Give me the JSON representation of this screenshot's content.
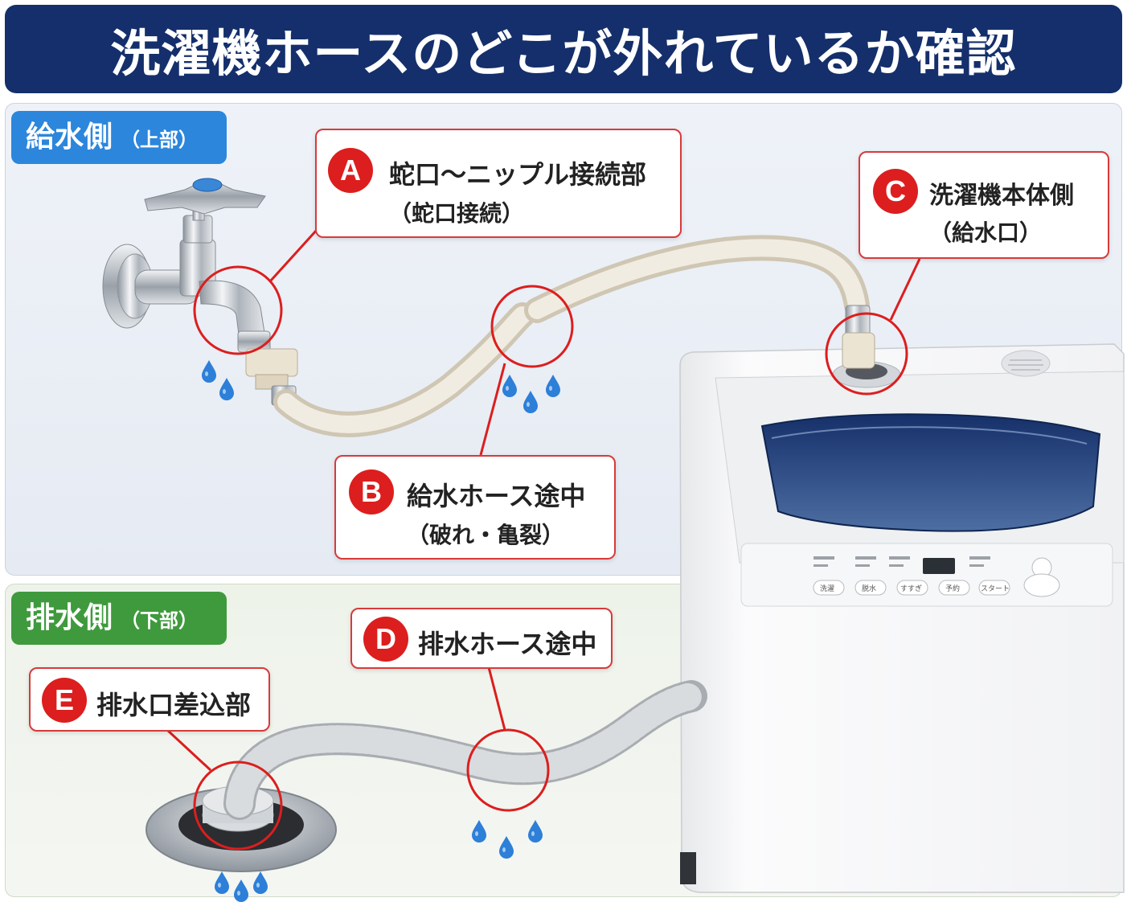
{
  "title": "洗濯機ホースのどこが外れているか確認",
  "sections": {
    "supply": {
      "label": "給水側",
      "sub": "（上部）"
    },
    "drain": {
      "label": "排水側",
      "sub": "（下部）"
    }
  },
  "callouts": [
    {
      "id": "A",
      "line1": "蛇口〜ニップル接続部",
      "line2": "（蛇口接続）"
    },
    {
      "id": "B",
      "line1": "給水ホース途中",
      "line2": "（破れ・亀裂）"
    },
    {
      "id": "C",
      "line1": "洗濯機本体側",
      "line2": "（給水口）"
    },
    {
      "id": "D",
      "line1": "排水ホース途中"
    },
    {
      "id": "E",
      "line1": "排水口差込部"
    }
  ],
  "panel_buttons": [
    "洗濯",
    "脱水",
    "すすぎ",
    "予約",
    "スタート"
  ],
  "colors": {
    "title_bg": "#142f6b",
    "supply_label": "#2c86dc",
    "drain_label": "#3f9a3d",
    "highlight": "#dc1e1e",
    "lid": "#1e3f78",
    "water_drop": "#2d7fd8"
  },
  "icons": [
    "water-drop-icon",
    "faucet-icon",
    "washing-machine-icon",
    "drain-icon"
  ]
}
